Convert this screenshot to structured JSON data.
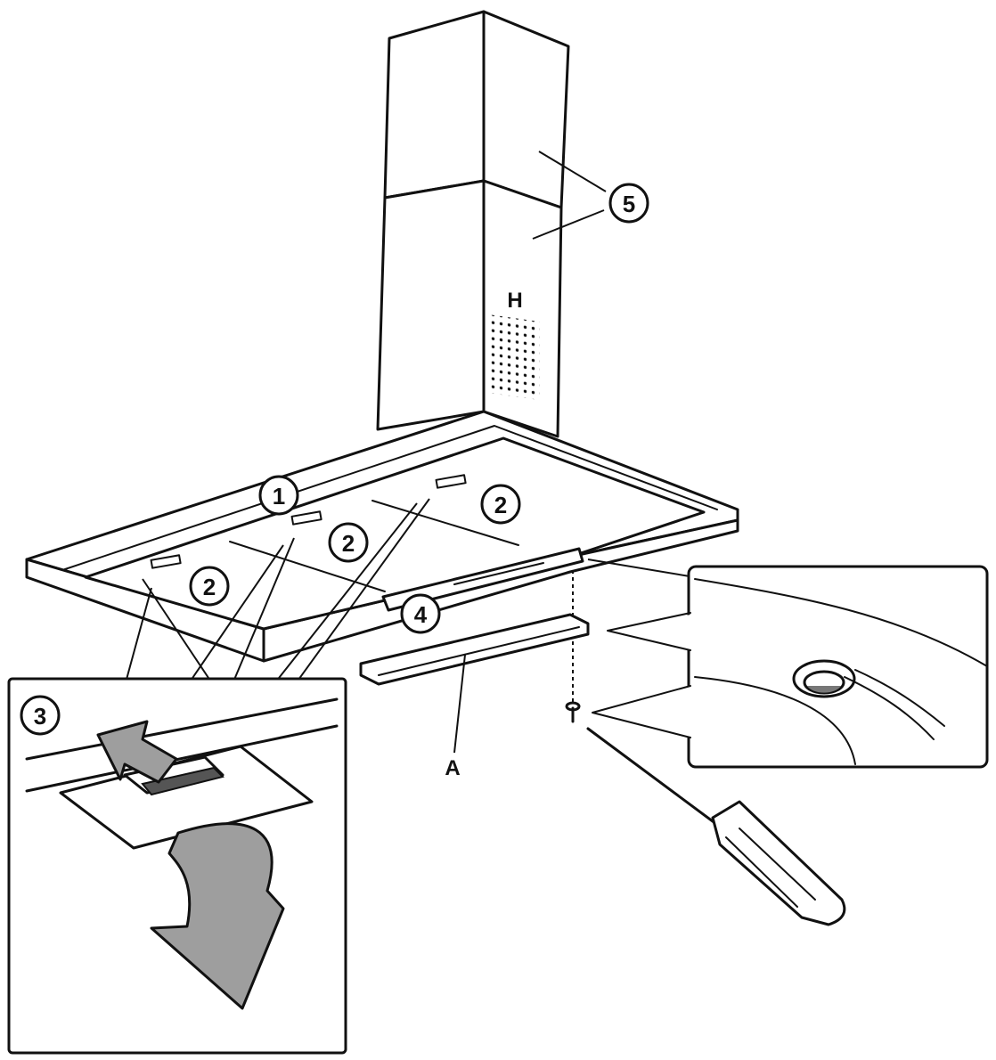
{
  "callouts": {
    "c1": "1",
    "c2": "2",
    "c3": "3",
    "c4": "4",
    "c5": "5"
  },
  "letters": {
    "h": "H",
    "a": "A"
  },
  "colors": {
    "line": "#111111",
    "arrow_fill": "#9e9e9e",
    "background": "#ffffff"
  }
}
